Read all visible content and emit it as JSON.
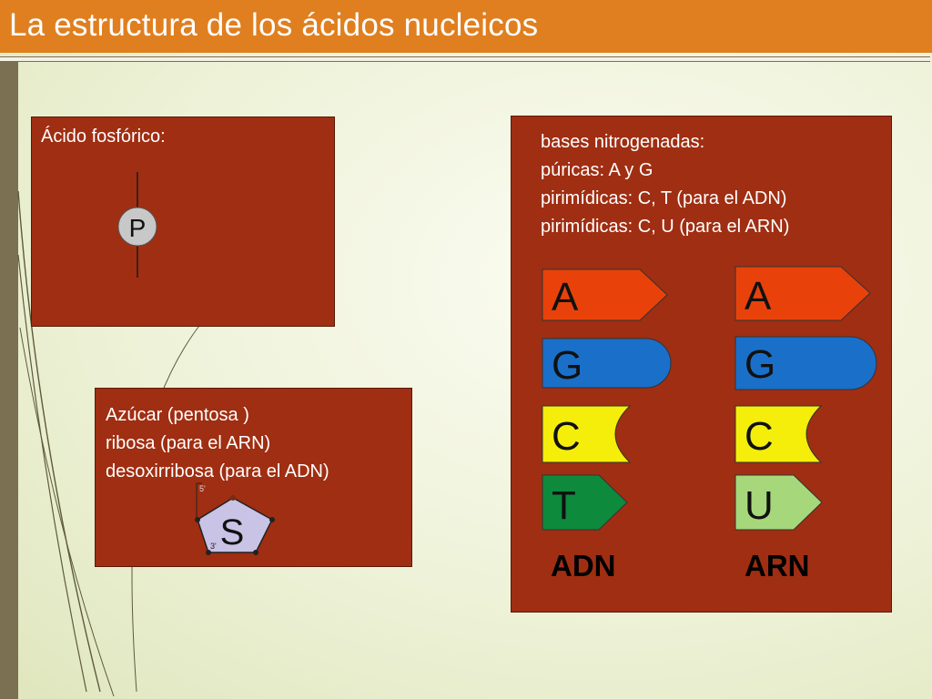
{
  "title": "La estructura de los ácidos nucleicos",
  "phosphate": {
    "label": "Ácido fosfórico:",
    "symbol": "P"
  },
  "sugar": {
    "lines": [
      "Azúcar (pentosa )",
      "ribosa (para el ARN)",
      "desoxirribosa (para el ADN)"
    ],
    "symbol": "S",
    "carbon5": "5'",
    "carbon3": "3'"
  },
  "bases": {
    "lines": [
      "bases nitrogenadas:",
      "púricas: A y G",
      "pirimídicas: C, T (para el ADN)",
      "pirimídicas: C, U (para el ARN)"
    ],
    "dna": {
      "letters": [
        "A",
        "G",
        "C",
        "T"
      ],
      "label": "ADN"
    },
    "rna": {
      "letters": [
        "A",
        "G",
        "C",
        "U"
      ],
      "label": "ARN"
    }
  },
  "colors": {
    "title_bar": "#e07f1f",
    "panel": "#a02e12",
    "adenine": "#e8420a",
    "guanine": "#1a6fc9",
    "cytosine": "#f5ee0a",
    "thymine": "#0d8a3c",
    "uracil": "#a6d77a"
  }
}
